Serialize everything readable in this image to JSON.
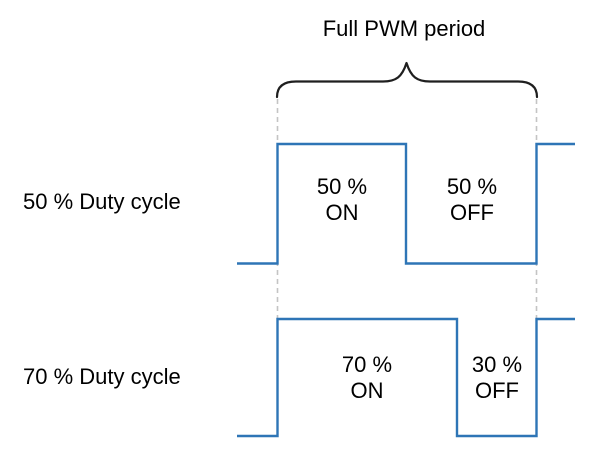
{
  "title": "Full PWM period",
  "colors": {
    "waveform": "#2E75B6",
    "dashed": "#C4C4C4",
    "brace": "#1F1F1F",
    "text": "#000000",
    "background": "#FFFFFF"
  },
  "rows": [
    {
      "label": "50 % Duty cycle",
      "duty_cycle_percent": 50,
      "segments": [
        {
          "line1": "50 %",
          "line2": "ON"
        },
        {
          "line1": "50 %",
          "line2": "OFF"
        }
      ]
    },
    {
      "label": "70 % Duty cycle",
      "duty_cycle_percent": 70,
      "segments": [
        {
          "line1": "70 %",
          "line2": "ON"
        },
        {
          "line1": "30 %",
          "line2": "OFF"
        }
      ]
    }
  ]
}
